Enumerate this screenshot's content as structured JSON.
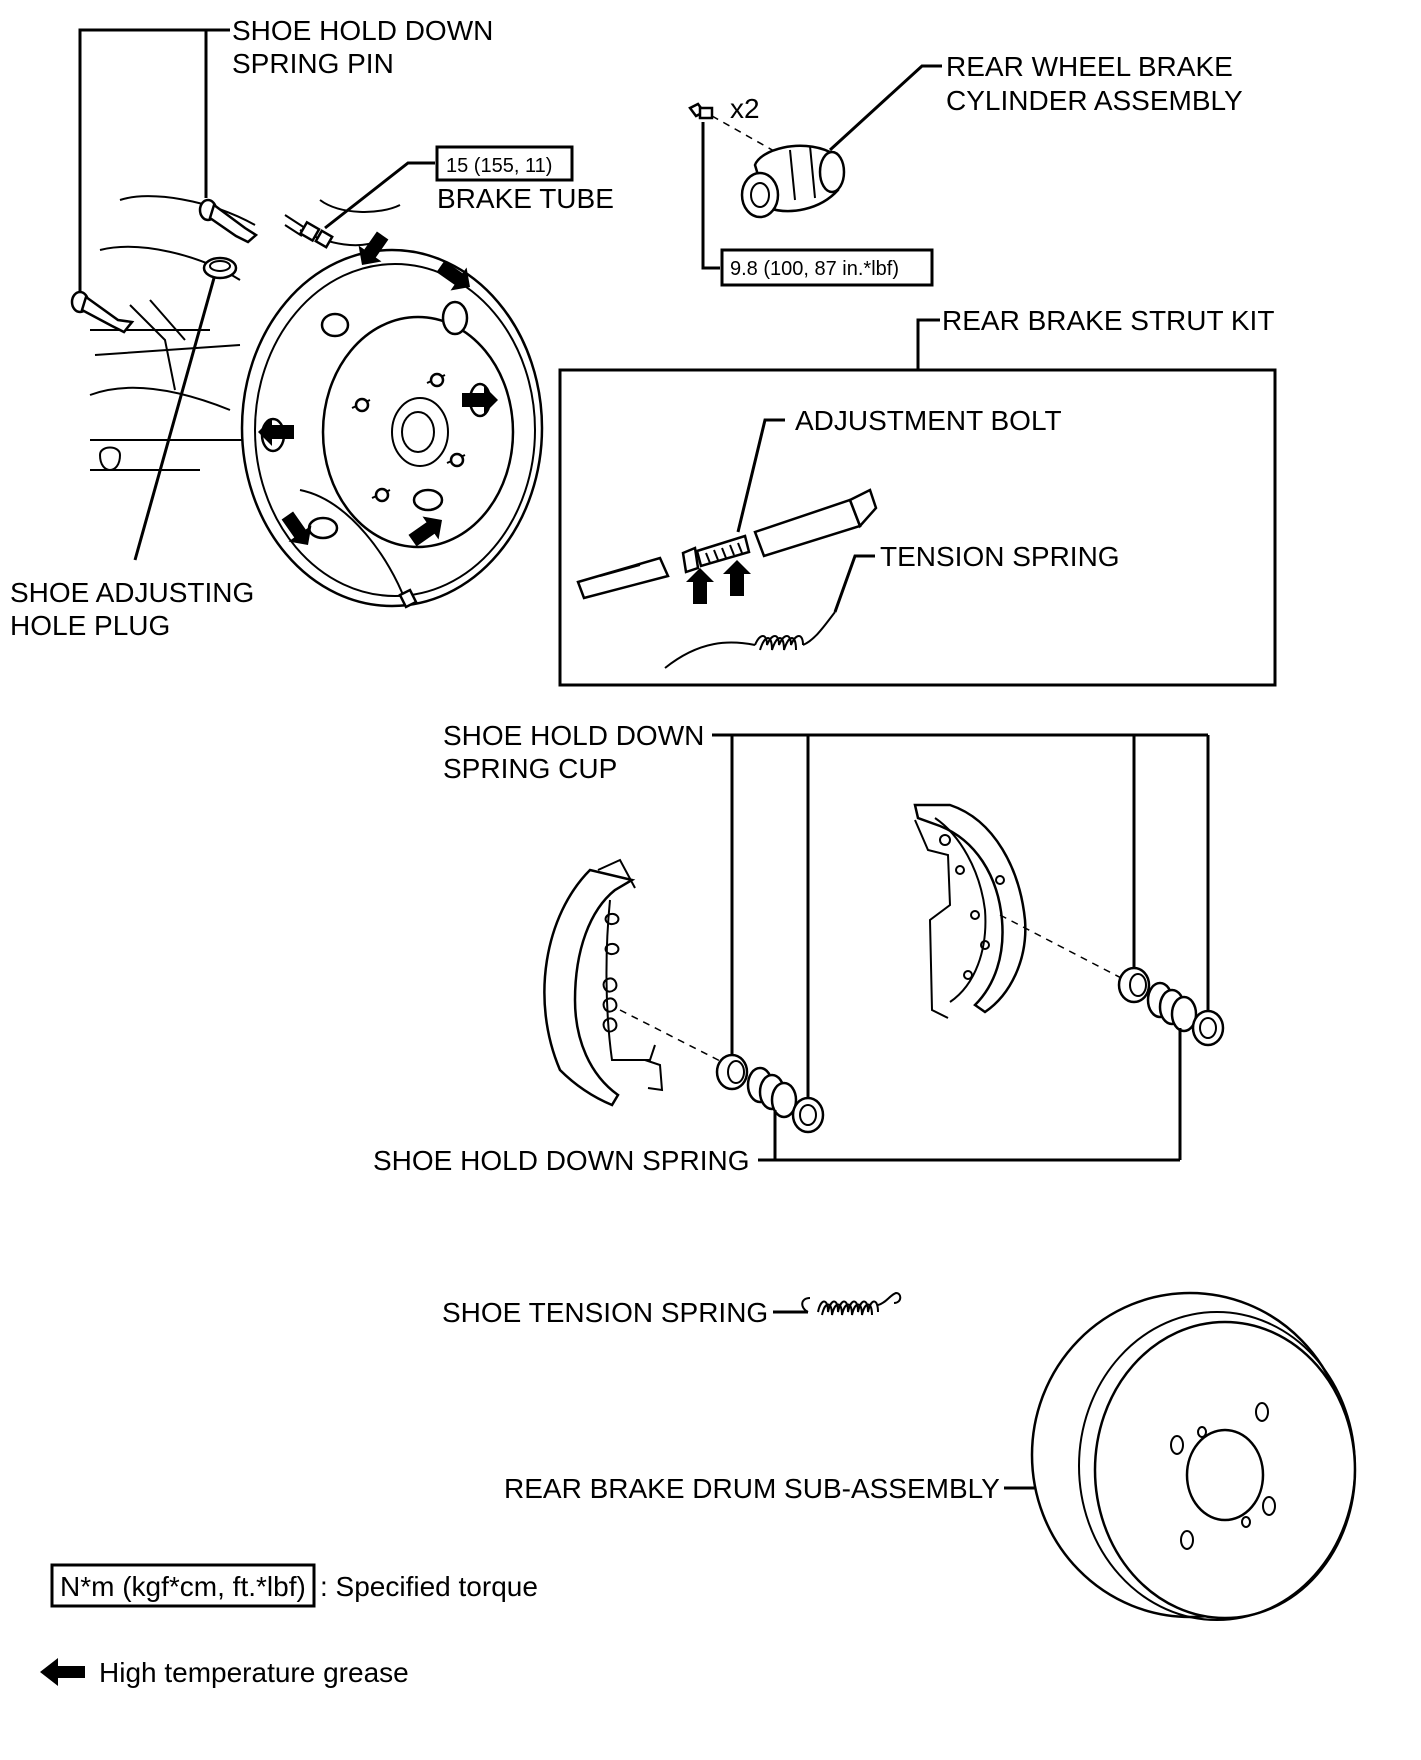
{
  "labels": {
    "shoe_hold_down_spring_pin": [
      "SHOE HOLD DOWN",
      "SPRING PIN"
    ],
    "brake_tube": "BRAKE TUBE",
    "brake_tube_torque": "15 (155, 11)",
    "shoe_adjusting_hole_plug": [
      "SHOE ADJUSTING",
      "HOLE PLUG"
    ],
    "bolt_qty": "x2",
    "wheel_cylinder_torque": "9.8 (100, 87 in.*lbf)",
    "rear_wheel_brake_cylinder": [
      "REAR WHEEL BRAKE",
      "CYLINDER ASSEMBLY"
    ],
    "rear_brake_strut_kit": "REAR BRAKE STRUT KIT",
    "adjustment_bolt": "ADJUSTMENT BOLT",
    "tension_spring": "TENSION SPRING",
    "shoe_hold_down_spring_cup": [
      "SHOE HOLD DOWN",
      "SPRING CUP"
    ],
    "shoe_hold_down_spring": "SHOE HOLD DOWN SPRING",
    "shoe_tension_spring": "SHOE TENSION SPRING",
    "rear_brake_drum": "REAR BRAKE DRUM SUB-ASSEMBLY"
  },
  "legend": {
    "torque_units": "N*m (kgf*cm, ft.*lbf)",
    "torque_desc": ": Specified torque",
    "grease_desc": "High temperature grease"
  }
}
